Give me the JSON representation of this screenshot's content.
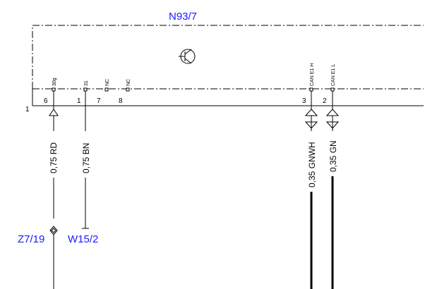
{
  "component": {
    "label": "N93/7",
    "line_number": "1"
  },
  "pins": [
    {
      "number": "6",
      "signal": "30g"
    },
    {
      "number": "1",
      "signal": "31"
    },
    {
      "number": "7",
      "signal": "NC"
    },
    {
      "number": "8",
      "signal": "NC"
    },
    {
      "number": "3",
      "signal": "CAN E1 H"
    },
    {
      "number": "2",
      "signal": "CAN E1 L"
    }
  ],
  "wires": [
    {
      "label": "0,75 RD",
      "target": "Z7/19"
    },
    {
      "label": "0,75 BN",
      "target": "W15/2"
    },
    {
      "label": "0,35 GNWH"
    },
    {
      "label": "0,35 GN"
    }
  ],
  "colors": {
    "label_blue": "#1a1aff",
    "line": "#000000"
  }
}
